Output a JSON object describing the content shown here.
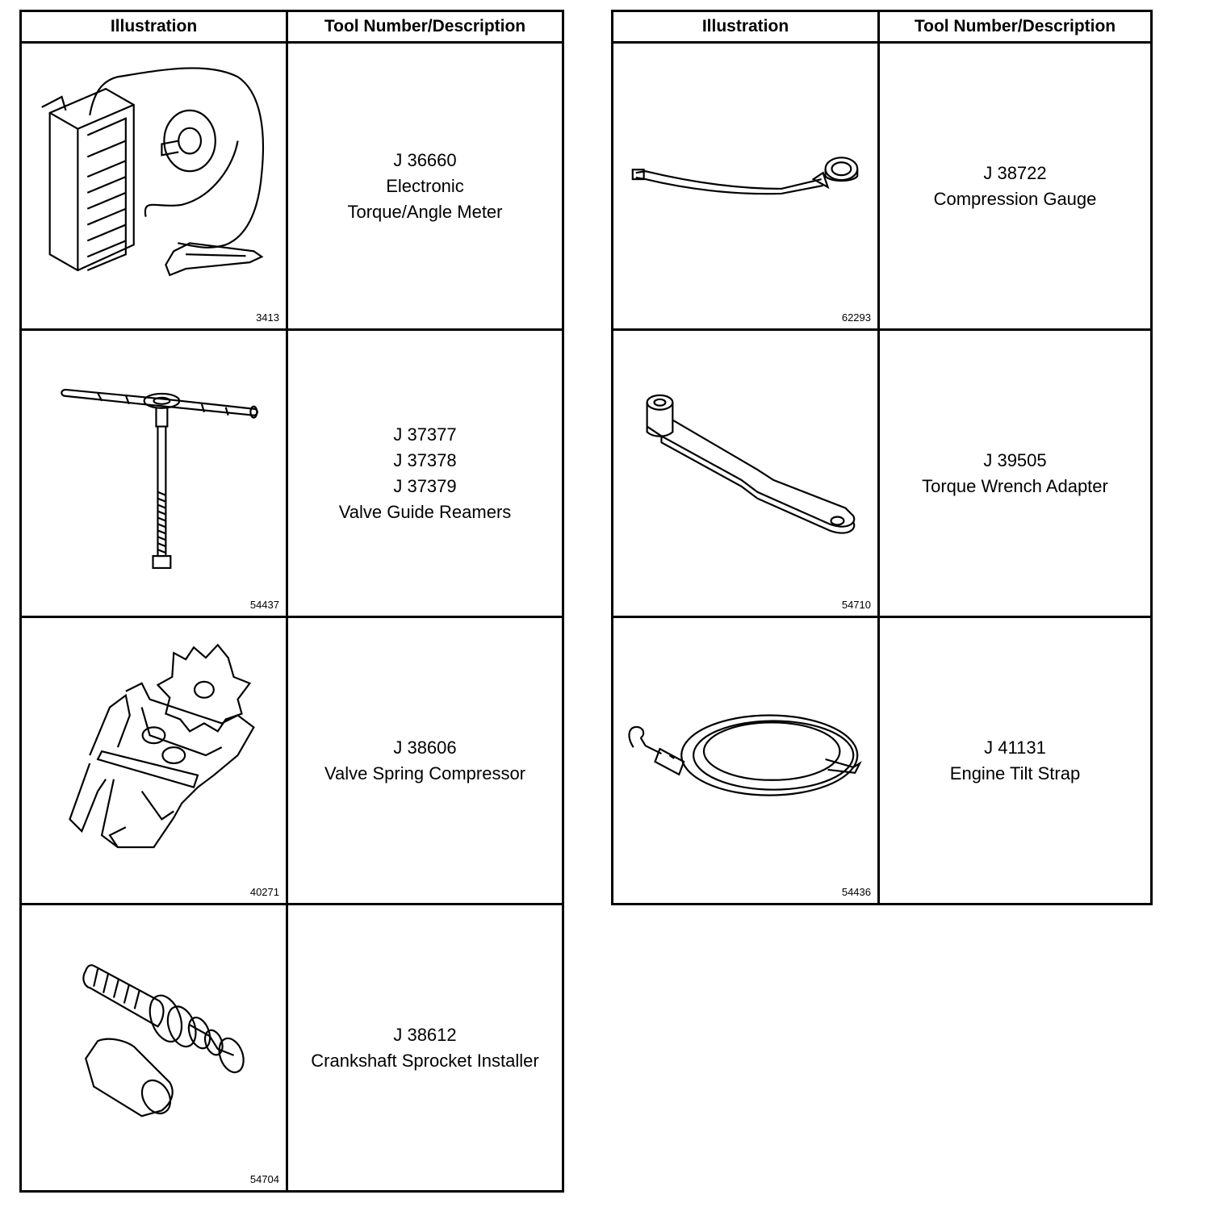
{
  "headers": {
    "illustration": "Illustration",
    "tool": "Tool Number/Description"
  },
  "left_rows": [
    {
      "fig": "3413",
      "lines": [
        "J 36660",
        "Electronic",
        "Torque/Angle Meter"
      ],
      "icon": "torque-angle-meter-illustration"
    },
    {
      "fig": "54437",
      "lines": [
        "J 37377",
        "J 37378",
        "J 37379",
        "Valve Guide Reamers"
      ],
      "icon": "valve-guide-reamer-illustration"
    },
    {
      "fig": "40271",
      "lines": [
        "J 38606",
        "Valve Spring Compressor"
      ],
      "icon": "valve-spring-compressor-illustration"
    },
    {
      "fig": "54704",
      "lines": [
        "J 38612",
        "Crankshaft Sprocket Installer"
      ],
      "icon": "crankshaft-sprocket-installer-illustration"
    }
  ],
  "right_rows": [
    {
      "fig": "62293",
      "lines": [
        "J 38722",
        "Compression Gauge"
      ],
      "icon": "compression-gauge-illustration"
    },
    {
      "fig": "54710",
      "lines": [
        "J 39505",
        "Torque Wrench Adapter"
      ],
      "icon": "torque-wrench-adapter-illustration"
    },
    {
      "fig": "54436",
      "lines": [
        "J 41131",
        "Engine Tilt Strap"
      ],
      "icon": "engine-tilt-strap-illustration"
    }
  ]
}
